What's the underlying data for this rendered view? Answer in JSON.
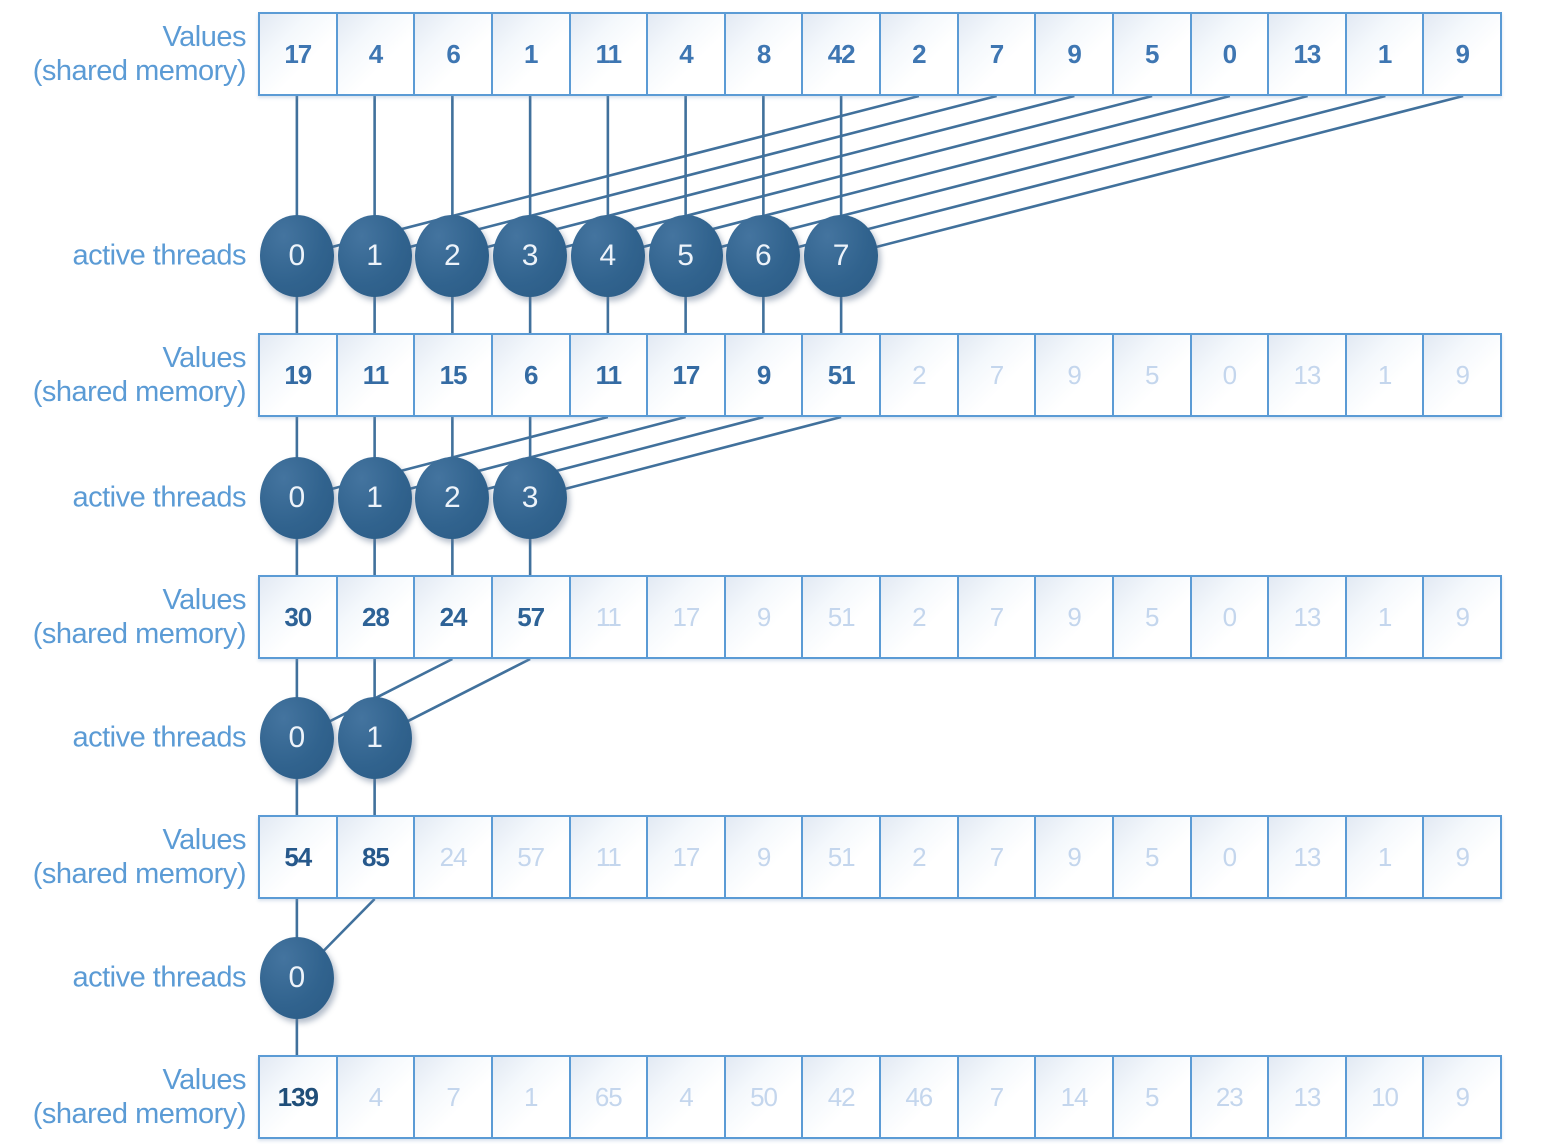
{
  "diagram": {
    "values_label": {
      "line1": "Values",
      "line2": "(shared memory)"
    },
    "active_threads_label": "active threads",
    "colors": {
      "label_text": "#5b9bd5",
      "cell_border": "#5b9bd5",
      "value_faded": "#c4d6ed",
      "circle_fill": "#2e5f8a",
      "circle_text": "#edf3fa",
      "connector": "#41719c"
    },
    "stages": [
      {
        "values": [
          "17",
          "4",
          "6",
          "1",
          "11",
          "4",
          "8",
          "42",
          "2",
          "7",
          "9",
          "5",
          "0",
          "13",
          "1",
          "9"
        ],
        "strong_count": 16,
        "strong_color": "#3e76b2",
        "active_threads": [
          "0",
          "1",
          "2",
          "3",
          "4",
          "5",
          "6",
          "7"
        ]
      },
      {
        "values": [
          "19",
          "11",
          "15",
          "6",
          "11",
          "17",
          "9",
          "51",
          "2",
          "7",
          "9",
          "5",
          "0",
          "13",
          "1",
          "9"
        ],
        "strong_count": 8,
        "strong_color": "#346ba3",
        "active_threads": [
          "0",
          "1",
          "2",
          "3"
        ]
      },
      {
        "values": [
          "30",
          "28",
          "24",
          "57",
          "11",
          "17",
          "9",
          "51",
          "2",
          "7",
          "9",
          "5",
          "0",
          "13",
          "1",
          "9"
        ],
        "strong_count": 4,
        "strong_color": "#2d6296",
        "active_threads": [
          "0",
          "1"
        ]
      },
      {
        "values": [
          "54",
          "85",
          "24",
          "57",
          "11",
          "17",
          "9",
          "51",
          "2",
          "7",
          "9",
          "5",
          "0",
          "13",
          "1",
          "9"
        ],
        "strong_count": 2,
        "strong_color": "#26588b",
        "active_threads": [
          "0"
        ]
      },
      {
        "values": [
          "139",
          "4",
          "7",
          "1",
          "65",
          "4",
          "50",
          "42",
          "46",
          "7",
          "14",
          "5",
          "23",
          "13",
          "10",
          "9"
        ],
        "strong_count": 1,
        "strong_color": "#1f4e79",
        "active_threads": []
      }
    ]
  }
}
